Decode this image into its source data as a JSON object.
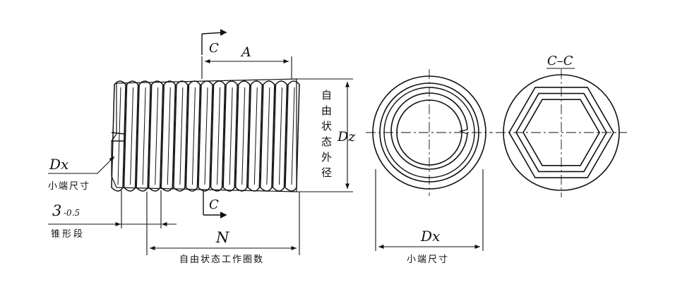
{
  "labels": {
    "section_c_top": "C",
    "section_c_bottom": "C",
    "dim_a": "A",
    "dim_dz": "Dz",
    "free_outer_diameter": [
      "自",
      "由",
      "状",
      "态",
      "外",
      "径"
    ],
    "dim_dx_left": "Dx",
    "small_end_size_left": "小端尺寸",
    "taper_dim_main": "3",
    "taper_dim_tol": "-0.5",
    "taper_section": "锥形段",
    "dim_n": "N",
    "free_working_coils": "自由状态工作圈数",
    "section_view_title": "C–C",
    "dim_dx_right": "Dx",
    "small_end_size_right": "小端尺寸"
  },
  "colors": {
    "line": "#111111",
    "background": "#ffffff"
  }
}
